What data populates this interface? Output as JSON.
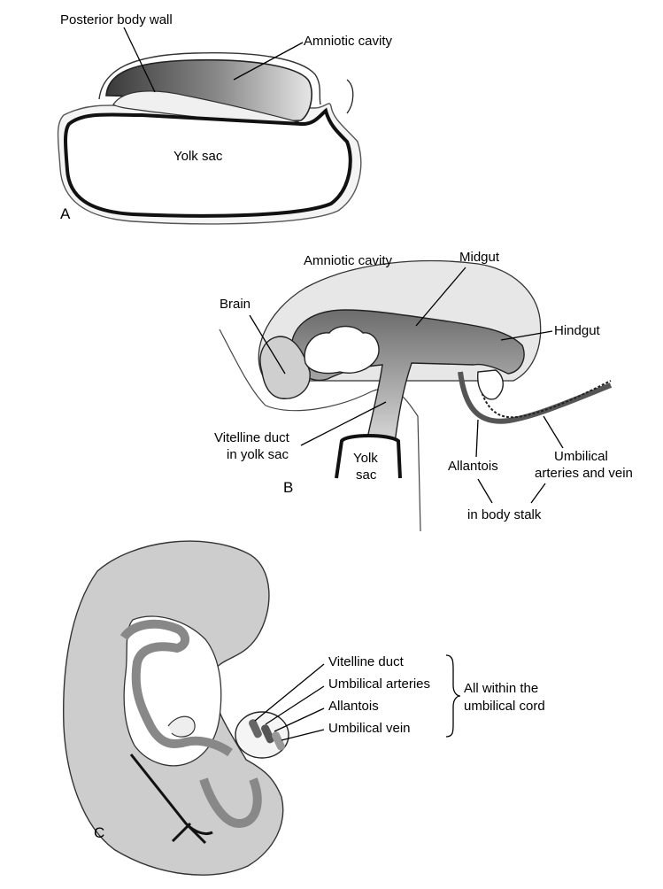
{
  "panel_a": {
    "letter": "A",
    "posterior_body_wall": "Posterior body wall",
    "amniotic_cavity": "Amniotic cavity",
    "yolk_sac": "Yolk sac"
  },
  "panel_b": {
    "letter": "B",
    "amniotic_cavity": "Amniotic cavity",
    "midgut": "Midgut",
    "brain": "Brain",
    "hindgut": "Hindgut",
    "vitelline_duct_line1": "Vitelline duct",
    "vitelline_duct_line2": "in yolk sac",
    "yolk_line1": "Yolk",
    "yolk_line2": "sac",
    "allantois": "Allantois",
    "umbilical_line1": "Umbilical",
    "umbilical_line2": "arteries and vein",
    "body_stalk": "in body stalk"
  },
  "panel_c": {
    "letter": "C",
    "cord_items": [
      "Vitelline duct",
      "Umbilical arteries",
      "Allantois",
      "Umbilical vein"
    ],
    "group_line1": "All within the",
    "group_line2": "umbilical cord"
  }
}
